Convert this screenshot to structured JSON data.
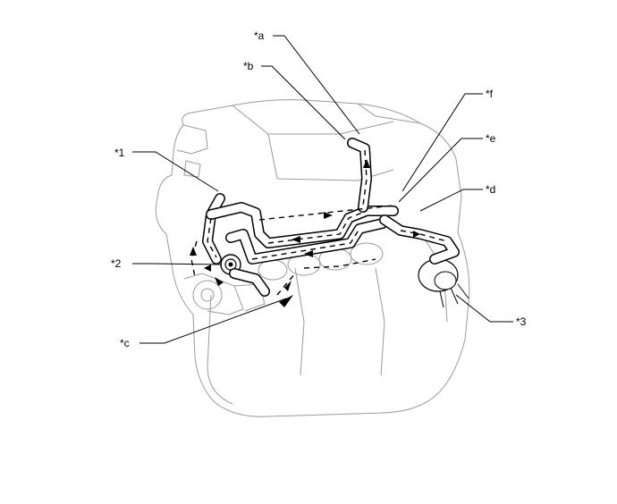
{
  "callouts": {
    "a": "*a",
    "b": "*b",
    "c": "*c",
    "d": "*d",
    "e": "*e",
    "f": "*f",
    "n1": "*1",
    "n2": "*2",
    "n3": "*3"
  }
}
